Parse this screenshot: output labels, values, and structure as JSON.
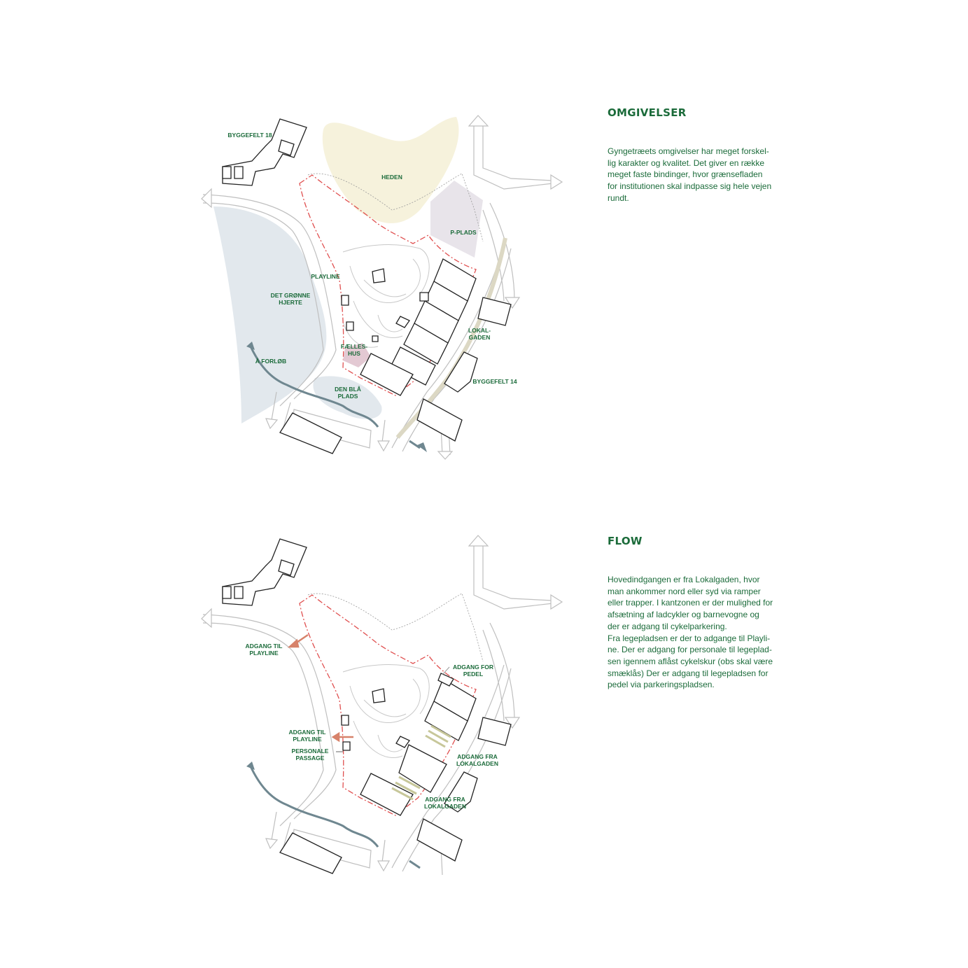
{
  "sections": [
    {
      "heading": "OMGIVELSER",
      "paragraph": "Gyngetræets omgivelser har meget forskel-\nlig karakter og kvalitet. Det giver en række\nmeget faste bindinger, hvor grænsefladen\nfor institutionen skal indpasse sig hele vejen\nrundt.",
      "map_labels": {
        "byggefelt18": "BYGGEFELT 18",
        "heden": "HEDEN",
        "pplads": "P-PLADS",
        "playline": "PLAYLINE",
        "groenne": "DET GRØNNE\nHJERTE",
        "aforloeb": "Å FORLØB",
        "faelleshus": "FÆLLES-\nHUS",
        "blaa": "DEN BLÅ\nPLADS",
        "lokalgaden": "LOKAL-\nGADEN",
        "byggefelt14": "BYGGEFELT 14"
      }
    },
    {
      "heading": "FLOW",
      "paragraph": "Hovedindgangen er fra Lokalgaden, hvor\nman ankommer nord eller syd via ramper\neller trapper. I kantzonen er der mulighed for\nafsætning af ladcykler og barnevogne og\nder er adgang til cykelparkering.\nFra legepladsen er der to adgange til Playli-\nne. Der er adgang for personale til legeplad-\nsen igennem aflåst cykelskur (obs skal være\nsmæklås) Der er adgang til legepladsen for\npedel via parkeringspladsen.",
      "map_labels": {
        "adgang_playline_1": "ADGANG TIL\nPLAYLINE",
        "adgang_pedel": "ADGANG FOR\nPEDEL",
        "adgang_playline_2": "ADGANG TIL\nPLAYLINE",
        "personale": "PERSONALE\nPASSAGE",
        "lokal_1": "ADGANG FRA\nLOKALGADEN",
        "lokal_2": "ADGANG FRA\nLOKALGADEN"
      }
    }
  ],
  "colors": {
    "text": "#1b6b3a",
    "heden": "#f6f2dc",
    "pplads": "#e8e4ea",
    "green_heart": "#e2e8ed",
    "boundary": "#e05050",
    "faelleshus": "#e3c9d3",
    "creek": "#6f8790",
    "access_arrow": "#d7826a"
  }
}
